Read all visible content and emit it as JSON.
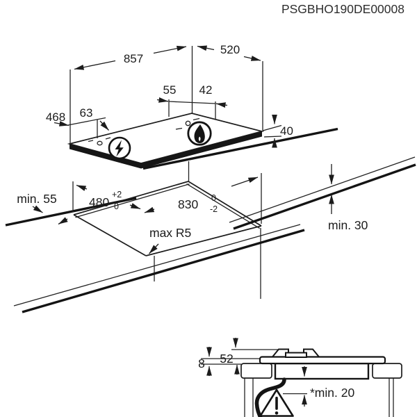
{
  "page": {
    "background": "#ffffff",
    "line_color": "#1c1c1c"
  },
  "header": {
    "product_code": "PSGBHO190DE00008"
  },
  "top_view": {
    "dim_width": "857",
    "dim_depth": "520",
    "dim_gas_left": "55",
    "dim_gas_right": "42",
    "dim_elec_from_left": "468",
    "dim_elec_offset": "63",
    "dim_height": "40",
    "electric_icon": "lightning-in-circle",
    "gas_icon": "flame-in-circle"
  },
  "cutout_view": {
    "front_clearance": "min. 55",
    "depth_value": "480",
    "depth_tol_sup": "+2",
    "depth_tol_sub": "0",
    "width_value": "830",
    "width_tol_sup": "0",
    "width_tol_sub": "-2",
    "corner_radius": "max R5",
    "rear_clearance": "min. 30"
  },
  "section_view": {
    "dim_glass": "8",
    "dim_burner": "52",
    "dim_clearance": "*min. 20",
    "warning_icon": "warning-triangle-exclamation"
  }
}
